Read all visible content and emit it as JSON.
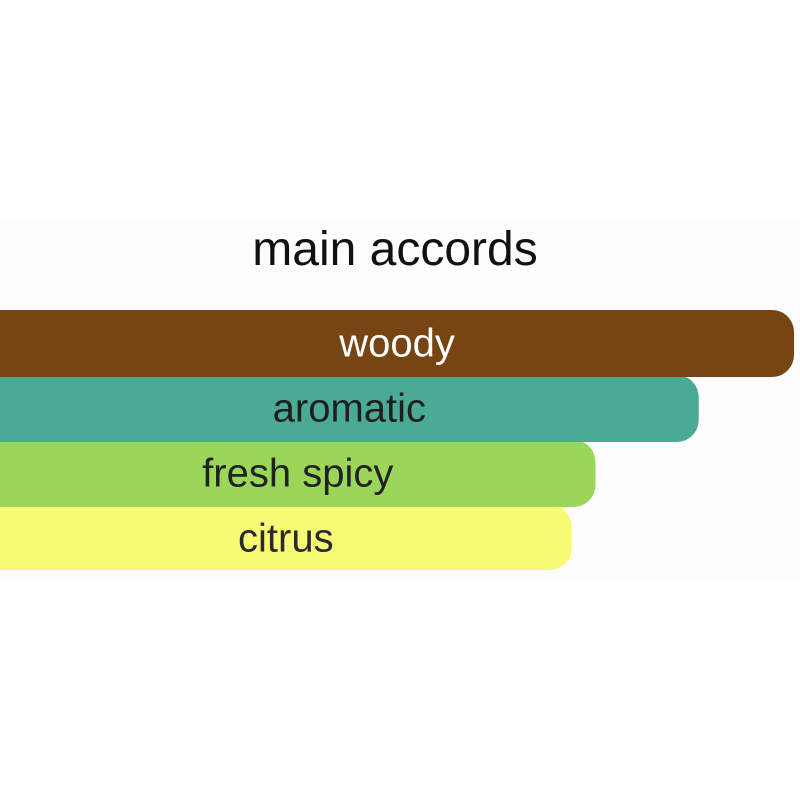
{
  "chart_data": {
    "type": "bar",
    "orientation": "horizontal",
    "title": "main accords",
    "categories": [
      "woody",
      "aromatic",
      "fresh spicy",
      "citrus"
    ],
    "values": [
      100,
      88,
      75,
      72
    ],
    "colors": [
      "#774414",
      "#4aaa96",
      "#9ad758",
      "#f7fb73"
    ],
    "label_colors": [
      "#ffffff",
      "#1e1e1e",
      "#222222",
      "#2a2a2a"
    ],
    "value_axis_visible": false,
    "grid": false,
    "legend": "none"
  }
}
